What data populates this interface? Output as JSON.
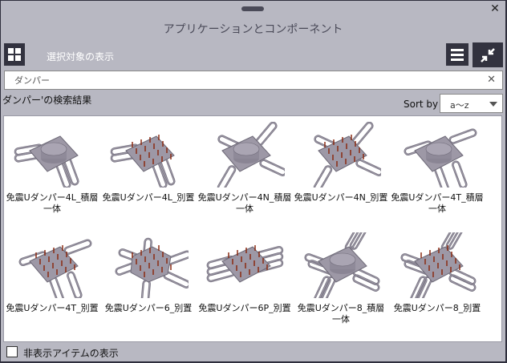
{
  "window": {
    "title": "アプリケーションとコンポーネント",
    "close_icon": "close-icon",
    "grip_icon": "drag-handle-icon"
  },
  "toolbar": {
    "grid_view_icon": "grid-view-icon",
    "show_selection_label": "選択対象の表示",
    "list_view_icon": "list-view-icon",
    "collapse_icon": "collapse-arrows-icon"
  },
  "search": {
    "value": "ダンパー",
    "placeholder": "",
    "clear_icon": "clear-icon"
  },
  "results_header": {
    "label": "ダンパー'の検索結果",
    "sort_label": "Sort by",
    "sort_value": "a〜z"
  },
  "results": {
    "items": [
      {
        "name": "免震Uダンパー4L_積層一体",
        "line1": "免震Uダンパー4L_積層",
        "line2": "一体",
        "type": "4L-stack"
      },
      {
        "name": "免震Uダンパー4L_別置",
        "line1": "免震Uダンパー4L_別置",
        "line2": "",
        "type": "4L-separate"
      },
      {
        "name": "免震Uダンパー4N_積層一体",
        "line1": "免震Uダンパー4N_積層",
        "line2": "一体",
        "type": "4N-stack"
      },
      {
        "name": "免震Uダンパー4N_別置",
        "line1": "免震Uダンパー4N_別置",
        "line2": "",
        "type": "4N-separate"
      },
      {
        "name": "免震Uダンパー4T_積層一体",
        "line1": "免震Uダンパー4T_積層",
        "line2": "一体",
        "type": "4T-stack"
      },
      {
        "name": "免震Uダンパー4T_別置",
        "line1": "免震Uダンパー4T_別置",
        "line2": "",
        "type": "4T-separate"
      },
      {
        "name": "免震Uダンパー6_別置",
        "line1": "免震Uダンパー6_別置",
        "line2": "",
        "type": "6-separate"
      },
      {
        "name": "免震Uダンパー6P_別置",
        "line1": "免震Uダンパー6P_別置",
        "line2": "",
        "type": "6P-separate"
      },
      {
        "name": "免震Uダンパー8_積層一体",
        "line1": "免震Uダンパー8_積層",
        "line2": "一体",
        "type": "8-stack"
      },
      {
        "name": "免震Uダンパー8_別置",
        "line1": "免震Uダンパー8_別置",
        "line2": "",
        "type": "8-separate"
      }
    ]
  },
  "footer": {
    "show_hidden_label": "非表示アイテムの表示",
    "show_hidden_checked": false
  },
  "colors": {
    "window_bg": "#b8b8c2",
    "button_dark": "#32323f",
    "model_gray": "#9d98a6",
    "model_edge": "#6e6a78",
    "stud_red": "#8a2a12"
  }
}
